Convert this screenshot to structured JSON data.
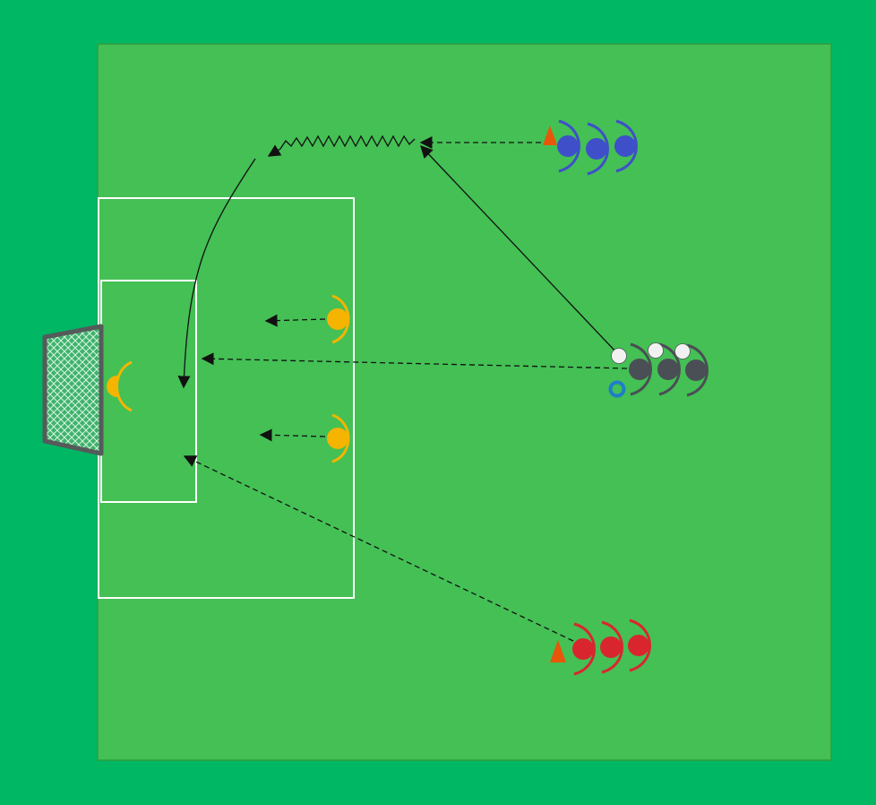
{
  "colors": {
    "background": "#00b764",
    "pitch": "#44c055",
    "pitch_border": "#2e9e3f",
    "lines": "#ffffff",
    "goal_frame": "#555a5a",
    "goal_net": "#3fb26b",
    "team_blue": "#3f4fc9",
    "team_dark": "#4a4e55",
    "team_red": "#d9262e",
    "goalkeeper": "#f5b400",
    "cone": "#e8560a",
    "ball": "#f1f1f1",
    "ring": "#1e7ec8",
    "arrow": "#111111"
  },
  "elements": {
    "goal": "goal",
    "goalkeeper": "goalkeeper",
    "defenders": 2,
    "blue_queue": 3,
    "dark_queue": 3,
    "red_queue": 3,
    "balls": 3,
    "cones": 2,
    "rings": 1
  }
}
